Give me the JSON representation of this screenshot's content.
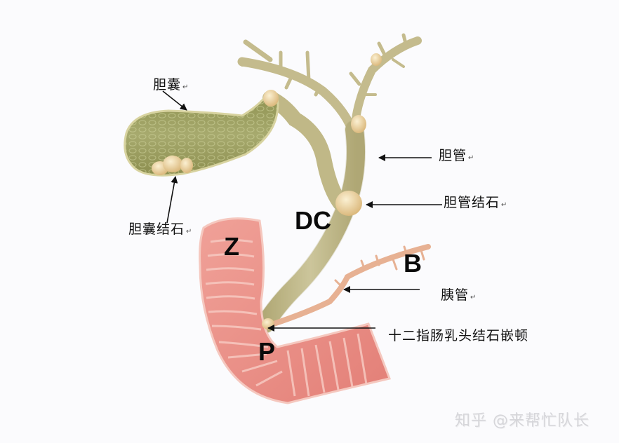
{
  "diagram": {
    "labels": {
      "gallbladder": "胆囊",
      "gallbladder_stones": "胆囊结石",
      "bile_duct": "胆管",
      "bile_duct_stones": "胆管结石",
      "pancreatic_duct": "胰管",
      "papilla_impaction": "十二指肠乳头结石嵌顿"
    },
    "letters": {
      "DC": "DC",
      "Z": "Z",
      "B": "B",
      "P": "P"
    },
    "return_mark": "↵",
    "colors": {
      "background": "#fbfbfd",
      "gallbladder_fill": "#a6a86a",
      "duct_fill": "#c9c296",
      "stone_fill": "#efd9a8",
      "duodenum_fill": "#e98f86",
      "duodenum_fold": "#f6c2b8",
      "pancreatic_duct": "#e7b193",
      "arrow": "#111111"
    }
  },
  "watermark": "知乎 @来帮忙队长"
}
